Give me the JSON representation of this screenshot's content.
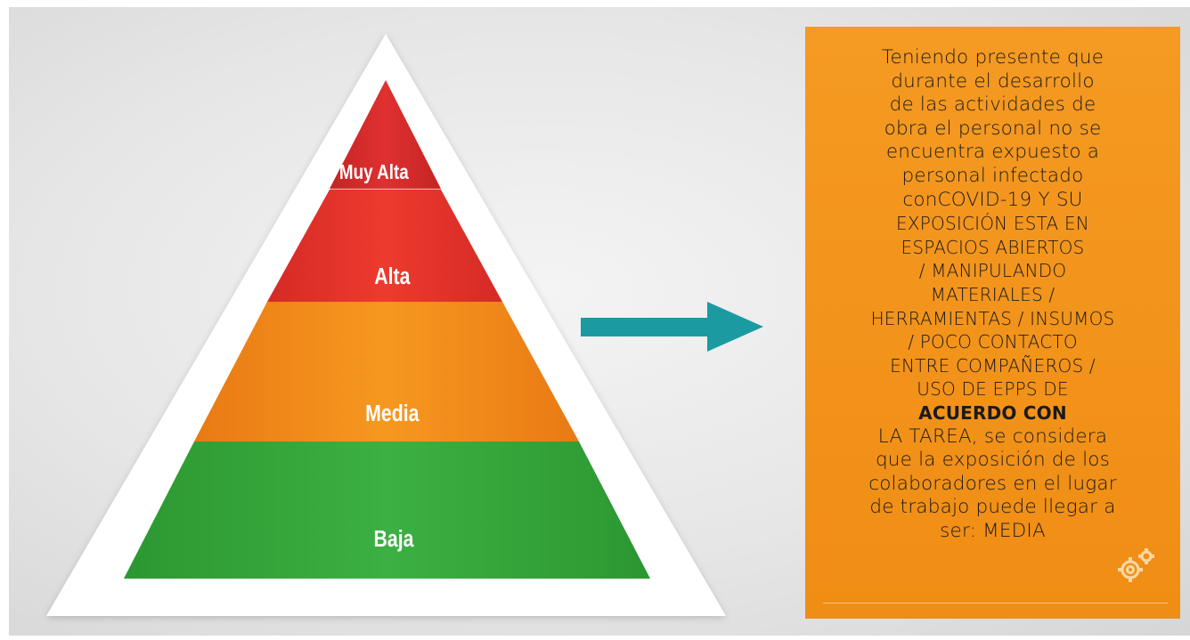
{
  "pyramid": {
    "levels": [
      {
        "label": "Muy Alta",
        "color": "#d32b29"
      },
      {
        "label": "Alta",
        "color": "#e4302a"
      },
      {
        "label": "Media",
        "color": "#f0861a"
      },
      {
        "label": "Baja",
        "color": "#35a53a"
      }
    ],
    "frame_color": "#ffffff"
  },
  "arrow": {
    "color": "#1a9aa0",
    "icon": "arrow-right-icon"
  },
  "info_box": {
    "color": "#f39418",
    "lines": [
      "Teniendo presente que",
      "durante el desarrollo",
      "de las actividades de",
      "obra el personal no se",
      "encuentra expuesto a",
      "personal infectado",
      "conCOVID-19 Y SU",
      "EXPOSICIÓN ESTA EN",
      "ESPACIOS ABIERTOS",
      "/ MANIPULANDO",
      "MATERIALES /",
      "HERRAMIENTAS / INSUMOS",
      "/ POCO CONTACTO",
      "ENTRE COMPAÑEROS /",
      "USO DE EPPS DE",
      "ACUERDO CON",
      "LA TAREA, se considera",
      "que la exposición de los",
      "colaboradores en el lugar",
      "de trabajo puede llegar a",
      "ser: MEDIA"
    ],
    "icon": "gear-icon"
  }
}
